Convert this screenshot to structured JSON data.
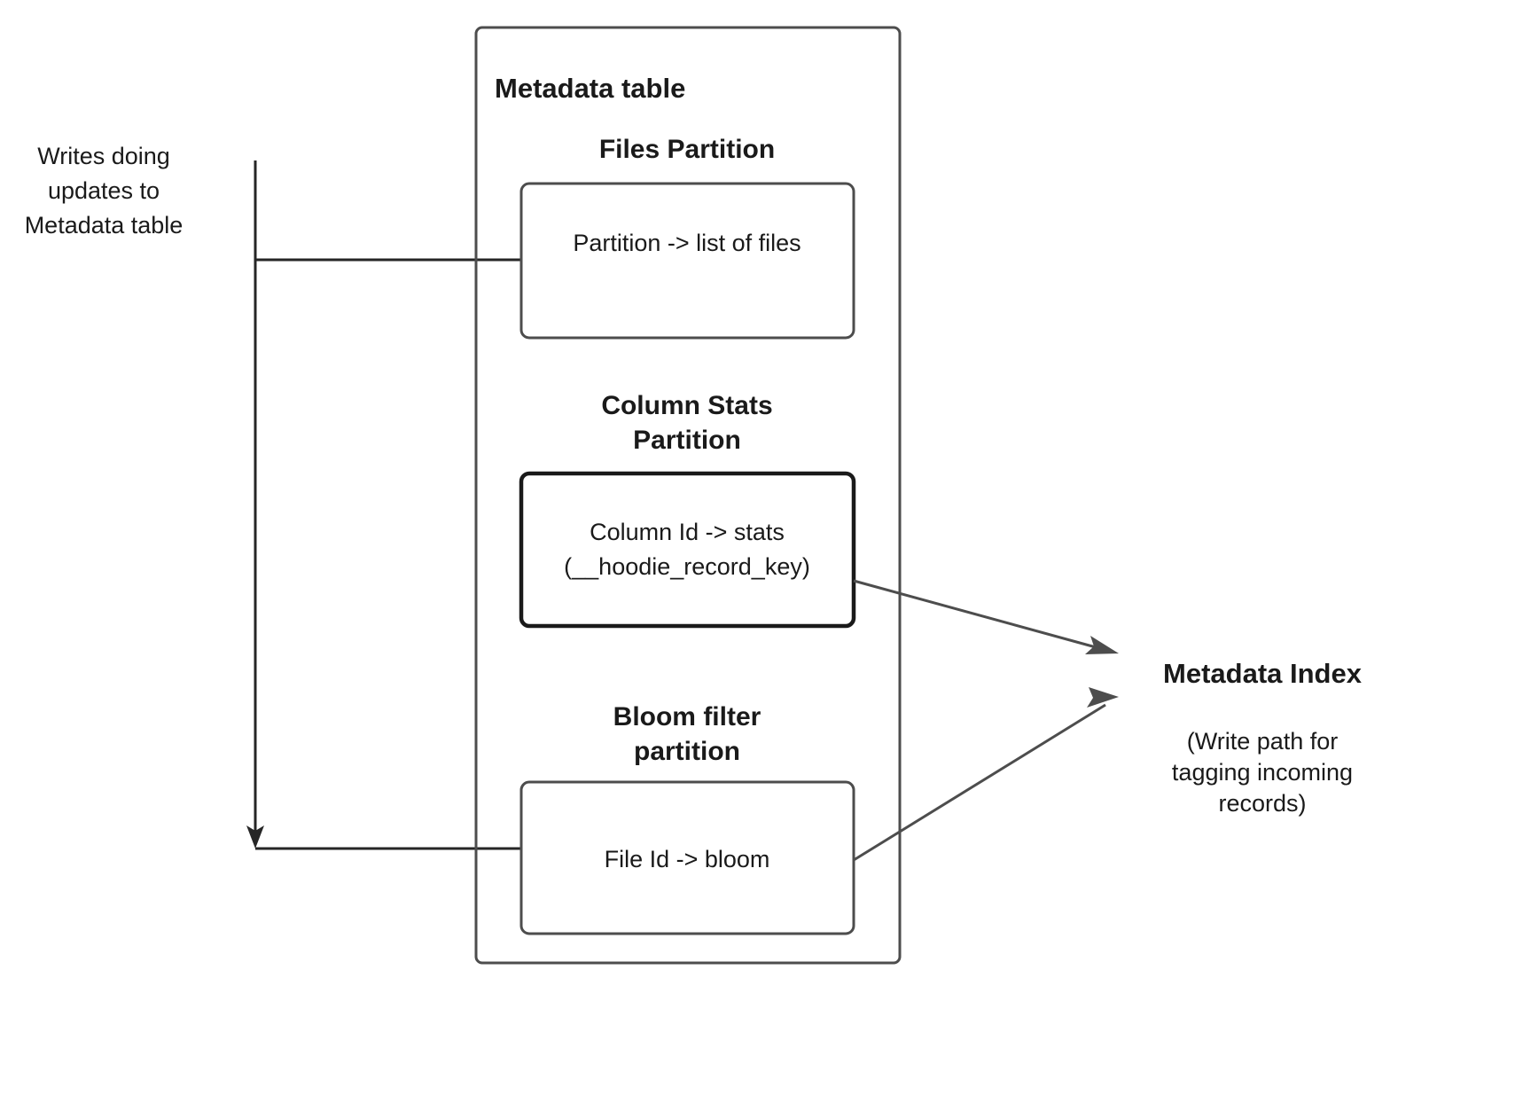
{
  "diagram": {
    "title_note": "Hudi metadata table write path diagram",
    "colors": {
      "outline": "#4d4d4d",
      "outline_strong": "#1a1a1a",
      "connector": "#262626",
      "text": "#1a1a1a",
      "background": "#ffffff"
    },
    "left_note": {
      "lines": [
        "Writes doing",
        "updates to",
        "Metadata table"
      ]
    },
    "container": {
      "label": "Metadata table"
    },
    "sections": [
      {
        "heading_lines": [
          "Files Partition"
        ],
        "box_lines": [
          "Partition -> list of files"
        ],
        "emphasis": "normal"
      },
      {
        "heading_lines": [
          "Column Stats",
          "Partition"
        ],
        "box_lines": [
          "Column Id  -> stats",
          "(__hoodie_record_key)"
        ],
        "emphasis": "strong"
      },
      {
        "heading_lines": [
          "Bloom filter",
          "partition"
        ],
        "box_lines": [
          "File Id -> bloom"
        ],
        "emphasis": "normal"
      }
    ],
    "right_label": {
      "title": "Metadata Index",
      "note_lines": [
        "(Write path for",
        "tagging incoming",
        "records)"
      ]
    },
    "arrows": [
      {
        "name": "writes-to-files-partition",
        "kind": "elbow"
      },
      {
        "name": "writes-to-bloom-partition",
        "kind": "elbow-arrowhead"
      },
      {
        "name": "column-stats-to-metadata-index",
        "kind": "diagonal-arrowhead"
      },
      {
        "name": "bloom-to-metadata-index",
        "kind": "diagonal-arrowhead"
      }
    ]
  }
}
